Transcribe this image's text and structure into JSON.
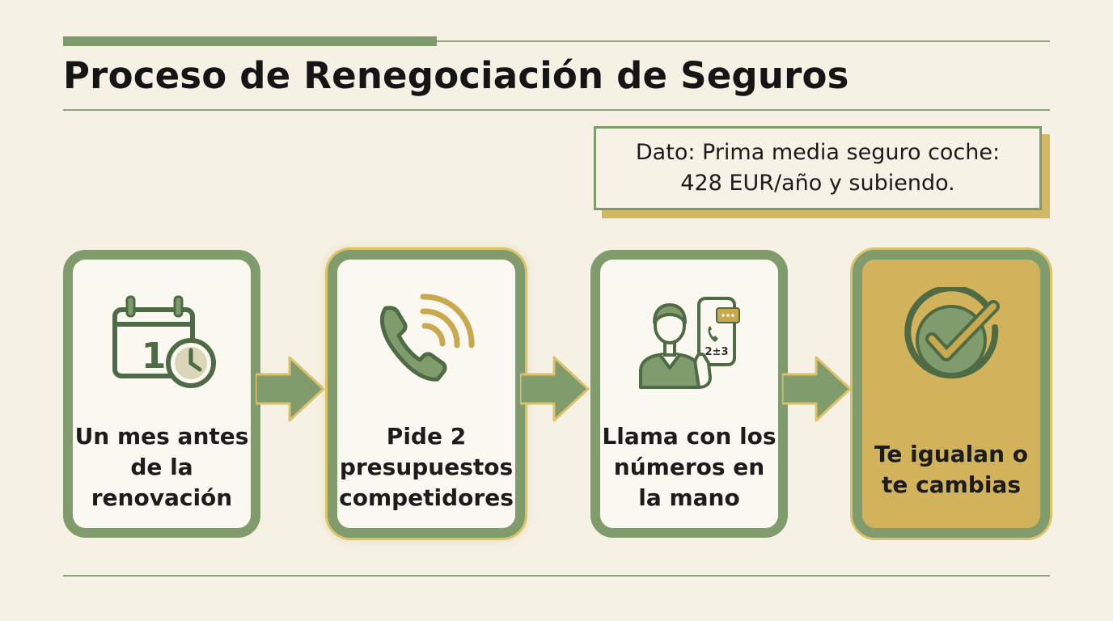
{
  "title": "Proceso de Renegociación de Seguros",
  "fact": {
    "line1": "Dato: Prima media seguro coche:",
    "line2": "428 EUR/año y subiendo."
  },
  "steps": [
    {
      "label": [
        "Un mes antes",
        "de la",
        "renovación"
      ],
      "icon": "calendar-clock-icon",
      "calendar_day": "1"
    },
    {
      "label": [
        "Pide 2",
        "presupuestos",
        "competidores"
      ],
      "icon": "phone-call-icon"
    },
    {
      "label": [
        "Llama con los",
        "números en",
        "la mano"
      ],
      "icon": "person-phone-icon",
      "phone_screen": "2±3"
    },
    {
      "label": [
        "Te igualan o",
        "te cambias"
      ],
      "icon": "check-circle-icon"
    }
  ],
  "colors": {
    "background": "#f5f1e5",
    "green": "#819c6c",
    "gold": "#d2b35c",
    "dark_green": "#4f6b45"
  }
}
